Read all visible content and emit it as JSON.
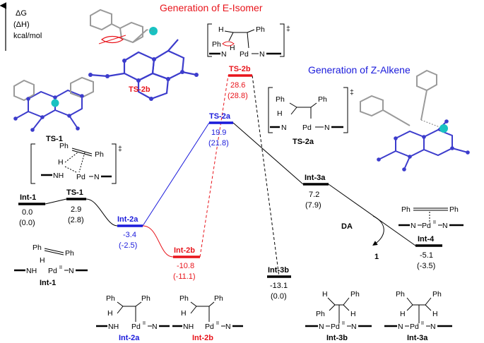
{
  "axis": {
    "line1": "ΔG",
    "line2": "(ΔH)",
    "line3": "kcal/mol"
  },
  "headings": {
    "e_isomer": "Generation of E-Isomer",
    "z_alkene": "Generation of Z-Alkene"
  },
  "colors": {
    "black": "#000000",
    "red": "#e8141b",
    "blue": "#1a1adb",
    "gray": "#7f7f7f",
    "atom_blue": "#3c3ccc",
    "atom_gray": "#9a9a9a",
    "atom_pd": "#19c2c2",
    "atom_h": "#dedede"
  },
  "states": {
    "int1": {
      "label": "Int-1",
      "g": "0.0",
      "h": "(0.0)"
    },
    "ts1": {
      "label": "TS-1",
      "g": "2.9",
      "h": "(2.8)"
    },
    "int2a": {
      "label": "Int-2a",
      "g": "-3.4",
      "h": "(-2.5)"
    },
    "int2b": {
      "label": "Int-2b",
      "g": "-10.8",
      "h": "(-11.1)"
    },
    "ts2b": {
      "label": "TS-2b",
      "g": "28.6",
      "h": "(28.8)"
    },
    "ts2a": {
      "label": "TS-2a",
      "g": "19.9",
      "h": "(21.8)"
    },
    "int3b": {
      "label": "Int-3b",
      "g": "-13.1",
      "h": "(0.0)"
    },
    "int3a": {
      "label": "Int-3a",
      "g": "7.2",
      "h": "(7.9)"
    },
    "int4": {
      "label": "Int-4",
      "g": "-5.1",
      "h": "(-3.5)"
    }
  },
  "transition": {
    "da": "DA",
    "product": "1"
  },
  "structure_labels": {
    "model_ts2b": "TS-2b",
    "model_ts1": "TS-1",
    "scheme_ts2a": "TS-2a",
    "scheme_int1": "Int-1",
    "scheme_int2a": "Int-2a",
    "scheme_int2b": "Int-2b",
    "scheme_int3b": "Int-3b",
    "scheme_int3a": "Int-3a"
  },
  "chem": {
    "ph": "Ph",
    "h": "H",
    "pd": "Pd",
    "pd_ii": "II",
    "n": "N",
    "nh": "NH",
    "dagger": "‡"
  }
}
